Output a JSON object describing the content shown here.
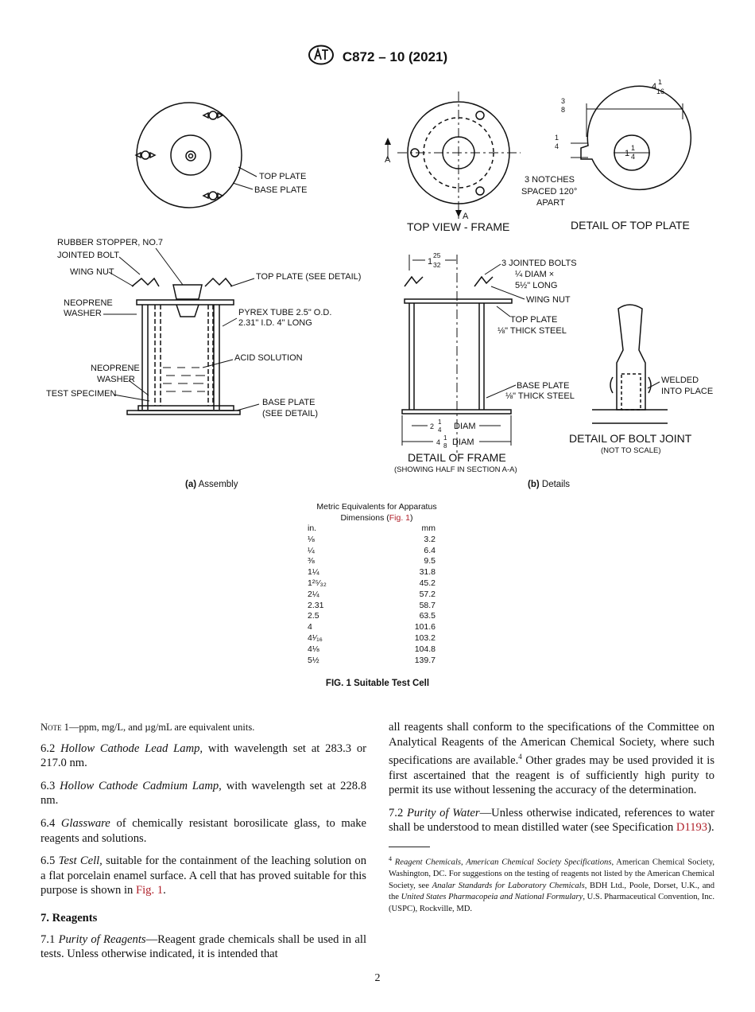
{
  "header": {
    "designation": "C872 – 10 (2021)",
    "logo": "astm-logo-icon"
  },
  "figure": {
    "left_labels": {
      "top_plate": "TOP PLATE",
      "base_plate": "BASE PLATE",
      "rubber_stopper": "RUBBER STOPPER, NO.7",
      "jointed_bolt": "JOINTED BOLT",
      "wing_nut": "WING NUT",
      "neoprene_washer_top_1": "NEOPRENE",
      "neoprene_washer_top_2": "WASHER",
      "top_plate_see_detail": "TOP PLATE (SEE DETAIL)",
      "pyrex_1": "PYREX TUBE 2.5\" O.D.",
      "pyrex_2": "2.31\" I.D. 4\" LONG",
      "acid_solution": "ACID SOLUTION",
      "neoprene_washer_bottom_1": "NEOPRENE",
      "neoprene_washer_bottom_2": "WASHER",
      "test_specimen": "TEST SPECIMEN",
      "base_plate_detail_1": "BASE PLATE",
      "base_plate_detail_2": "(SEE DETAIL)"
    },
    "right_labels": {
      "section_a_left": "A",
      "section_a_bottom": "A",
      "top_view_frame": "TOP VIEW - FRAME",
      "dim_4_1_16_whole": "4",
      "dim_4_1_16_num": "1",
      "dim_4_1_16_den": "16",
      "dim_3_8_num": "3",
      "dim_3_8_den": "8",
      "dim_1_4_num": "1",
      "dim_1_4_den": "4",
      "dim_1_1_4_whole": "1",
      "dim_1_1_4_num": "1",
      "dim_1_1_4_den": "4",
      "notches_1": "3 NOTCHES",
      "notches_2": "SPACED 120°",
      "notches_3": "APART",
      "detail_top_plate": "DETAIL OF TOP PLATE",
      "dim_1_25_32_whole": "1",
      "dim_1_25_32_num": "25",
      "dim_1_25_32_den": "32",
      "jointed_bolts_1": "3 JOINTED BOLTS",
      "jointed_bolts_2": "¼ DIAM ×",
      "jointed_bolts_3": "5½\" LONG",
      "wing_nut": "WING NUT",
      "top_plate_1": "TOP PLATE",
      "top_plate_2": "⅛\" THICK STEEL",
      "base_plate_1": "BASE PLATE",
      "base_plate_2": "⅛\" THICK STEEL",
      "diam_2_1_4": "DIAM",
      "diam_4_1_8": "DIAM",
      "detail_frame": "DETAIL OF FRAME",
      "detail_frame_sub": "(SHOWING HALF IN SECTION A-A)",
      "welded_1": "WELDED",
      "welded_2": "INTO PLACE",
      "detail_bolt_joint": "DETAIL OF BOLT JOINT",
      "not_to_scale": "(NOT TO SCALE)"
    },
    "subcaption_a_tag": "(a)",
    "subcaption_a": "Assembly",
    "subcaption_b_tag": "(b)",
    "subcaption_b": "Details",
    "caption": "FIG. 1  Suitable Test Cell"
  },
  "metric_table": {
    "title_1": "Metric Equivalents for Apparatus",
    "title_2_pre": "Dimensions (",
    "title_2_link": "Fig. 1",
    "title_2_post": ")",
    "col_in": "in.",
    "col_mm": "mm",
    "rows": [
      {
        "in": "⅛",
        "mm": "3.2"
      },
      {
        "in": "¼",
        "mm": "6.4"
      },
      {
        "in": "⅜",
        "mm": "9.5"
      },
      {
        "in": "1¼",
        "mm": "31.8"
      },
      {
        "in": "1²⁵⁄₃₂",
        "mm": "45.2"
      },
      {
        "in": "2¼",
        "mm": "57.2"
      },
      {
        "in": "2.31",
        "mm": "58.7"
      },
      {
        "in": "2.5",
        "mm": "63.5"
      },
      {
        "in": "4",
        "mm": "101.6"
      },
      {
        "in": "4¹⁄₁₆",
        "mm": "103.2"
      },
      {
        "in": "4⅛",
        "mm": "104.8"
      },
      {
        "in": "5½",
        "mm": "139.7"
      }
    ]
  },
  "left_column": {
    "note_label": "Note 1",
    "note_text": "—ppm, mg/L, and µg/mL are equivalent units.",
    "p62_num": "6.2 ",
    "p62_em": "Hollow Cathode Lead Lamp,",
    "p62_text": " with wavelength set at 283.3 or 217.0 nm.",
    "p63_num": "6.3 ",
    "p63_em": "Hollow Cathode Cadmium Lamp,",
    "p63_text": " with wavelength set at 228.8 nm.",
    "p64_num": "6.4 ",
    "p64_em": "Glassware",
    "p64_text": " of chemically resistant borosilicate glass, to make reagents and solutions.",
    "p65_num": "6.5 ",
    "p65_em": "Test Cell,",
    "p65_text": " suitable for the containment of the leaching solution on a flat porcelain enamel surface. A cell that has proved suitable for this purpose is shown in ",
    "p65_link": "Fig. 1",
    "p65_end": ".",
    "section_7": "7. Reagents",
    "p71_num": "7.1 ",
    "p71_em": "Purity of Reagents",
    "p71_text": "—Reagent grade chemicals shall be used in all tests. Unless otherwise indicated, it is intended that"
  },
  "right_column": {
    "p71_cont_a": "all reagents shall conform to the specifications of the Committee on Analytical Reagents of the American Chemical Society, where such specifications are available.",
    "p71_sup": "4",
    "p71_cont_b": " Other grades may be used provided it is first ascertained that the reagent is of sufficiently high purity to permit its use without lessening the accuracy of the determination.",
    "p72_num": "7.2 ",
    "p72_em": "Purity of Water",
    "p72_text": "—Unless otherwise indicated, references to water shall be understood to mean distilled water (see Specification ",
    "p72_link": "D1193",
    "p72_end": ").",
    "fn_sup": "4",
    "fn_em1": "Reagent Chemicals, American Chemical Society Specifications",
    "fn_t1": ", American Chemical Society, Washington, DC. For suggestions on the testing of reagents not listed by the American Chemical Society, see ",
    "fn_em2": "Analar Standards for Laboratory Chemicals",
    "fn_t2": ", BDH Ltd., Poole, Dorset, U.K., and the ",
    "fn_em3": "United States Pharmacopeia and National Formulary",
    "fn_t3": ", U.S. Pharmaceutical Convention, Inc. (USPC), Rockville, MD."
  },
  "page_number": "2"
}
